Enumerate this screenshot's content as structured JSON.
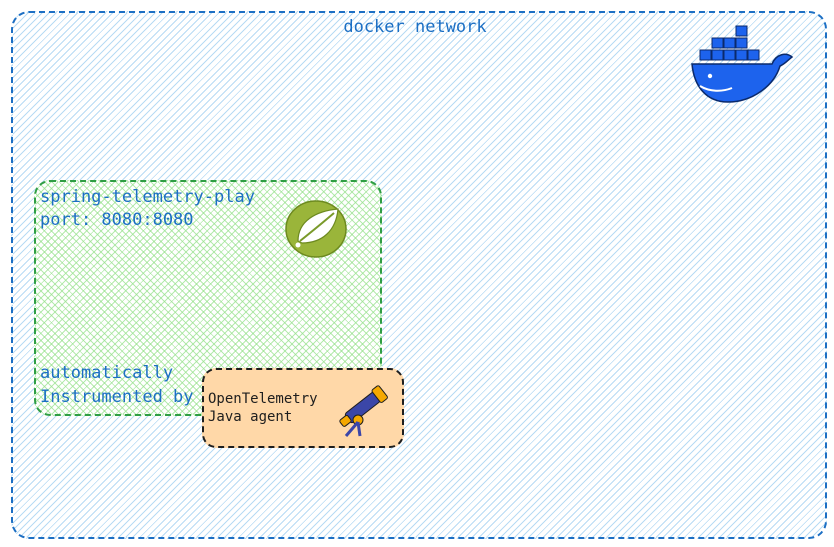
{
  "network": {
    "title": "docker network",
    "border_color": "#1c6fc4",
    "fill_color": "#a5d8ff"
  },
  "service": {
    "name": "spring-telemetry-play",
    "port": "port: 8080:8080",
    "border_color": "#2f9e44",
    "fill_color": "#b2f2bb"
  },
  "instrumentation": {
    "line1": "automatically",
    "line2": "Instrumented by"
  },
  "agent": {
    "line1": "OpenTelemetry",
    "line2": "Java agent",
    "fill_color": "#ffd8a8",
    "border_color": "#1e1e1e"
  },
  "icons": {
    "docker": "docker-whale-icon",
    "spring": "spring-leaf-icon",
    "opentelemetry": "telescope-icon"
  }
}
